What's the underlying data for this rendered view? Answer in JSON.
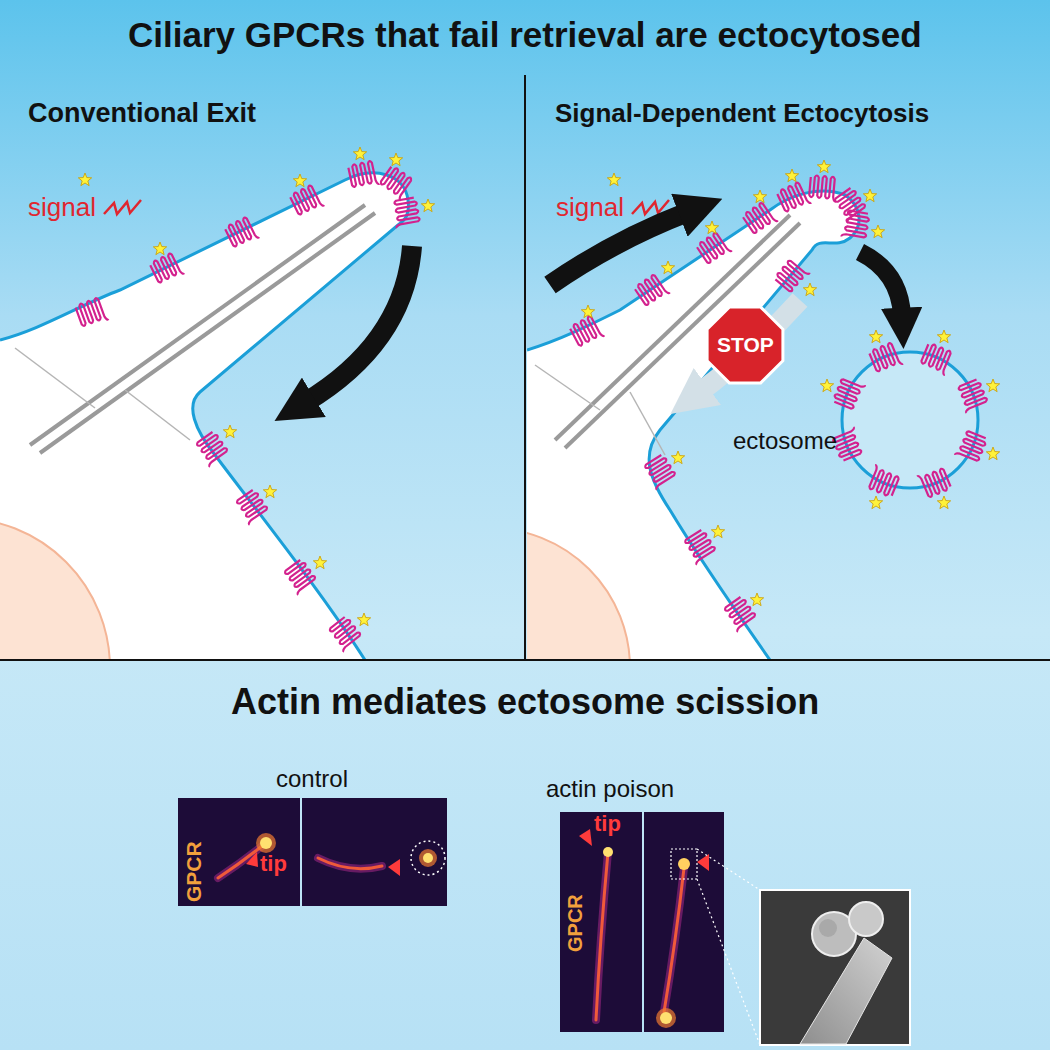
{
  "diagram": {
    "title": "Ciliary GPCRs that fail retrieval are ectocytosed",
    "nodes": [
      {
        "text": [
          "Conventional Exit"
        ]
      },
      {
        "text": [
          "Signal-Dependent Ectocytosis"
        ]
      },
      {
        "text": [
          "STOP"
        ],
        "in": 1
      },
      {
        "text": [
          "Actin mediates ectosome scission"
        ]
      },
      {
        "text": [
          "GPCR",
          "tip"
        ],
        "in": 3
      },
      {
        "text": [
          "GPCR",
          "tip"
        ],
        "in": 3
      }
    ],
    "labels": [
      "signal",
      "signal",
      "ectosome",
      "control",
      "actin poison"
    ]
  }
}
